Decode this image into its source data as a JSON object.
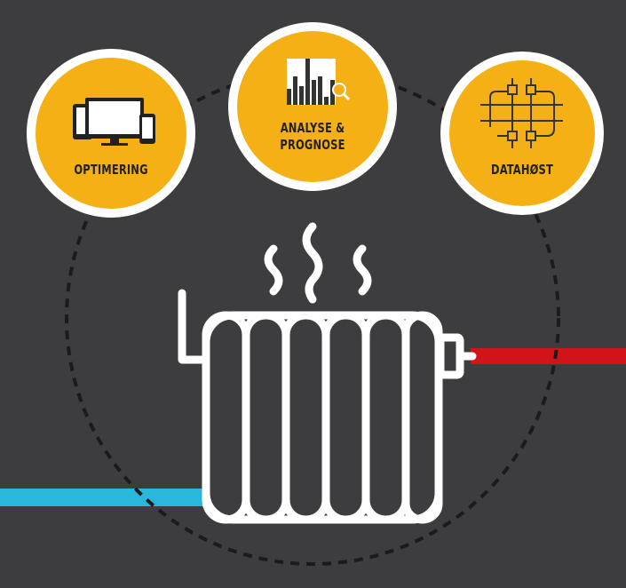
{
  "colors": {
    "background": "#3d3d3f",
    "accent": "#f5b016",
    "hot_pipe": "#d0141a",
    "cold_pipe": "#2bb6dc",
    "ring": "#ffffff"
  },
  "nodes": [
    {
      "label": "OPTIMERING",
      "icon": "devices-icon"
    },
    {
      "label_line1": "ANALYSE &",
      "label_line2": "PROGNOSE",
      "icon": "bar-chart-analysis-icon"
    },
    {
      "label": "DATAHØST",
      "icon": "data-network-icon"
    }
  ],
  "center_icon": "radiator-icon"
}
